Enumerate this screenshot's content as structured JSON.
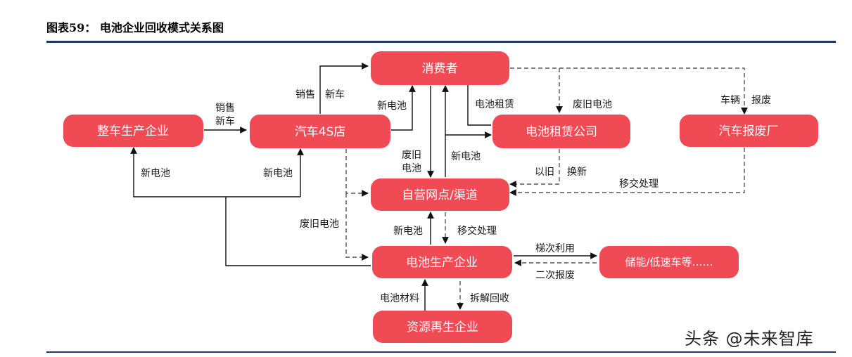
{
  "figure": {
    "title": "图表59：  电池企业回收模式关系图"
  },
  "nodes": {
    "consumer": "消费者",
    "vehicle_maker": "整车生产企业",
    "dealer_4s": "汽车4S店",
    "battery_leasing": "电池租赁公司",
    "scrap_plant": "汽车报废厂",
    "own_outlets": "自营网点/渠道",
    "battery_maker": "电池生产企业",
    "storage": "储能/低速车等……",
    "recycler": "资源再生企业"
  },
  "edges": {
    "sales_new_car_1": "销售",
    "sales_new_car_2": "新车",
    "dealer_sales": "销售",
    "dealer_new_car": "新车",
    "new_battery_to_consumer": "新电池",
    "battery_lease": "电池租赁",
    "used_battery_lease": "废旧电池",
    "vehicle_scrap_1": "车辆",
    "vehicle_scrap_2": "报废",
    "new_battery_vehicle_maker": "新电池",
    "new_battery_dealer": "新电池",
    "used_battery_1": "废旧",
    "used_battery_2": "电池",
    "new_battery_outlets": "新电池",
    "trade_old": "以旧",
    "trade_new": "换新",
    "transfer_scrap": "移交处理",
    "used_battery_dealer": "废旧电池",
    "new_battery_maker": "新电池",
    "transfer_maker": "移交处理",
    "cascade_use": "梯次利用",
    "second_scrap": "二次报废",
    "battery_material": "电池材料",
    "dismantle_recycle": "拆解回收"
  },
  "watermark": "头条 @未来智库"
}
